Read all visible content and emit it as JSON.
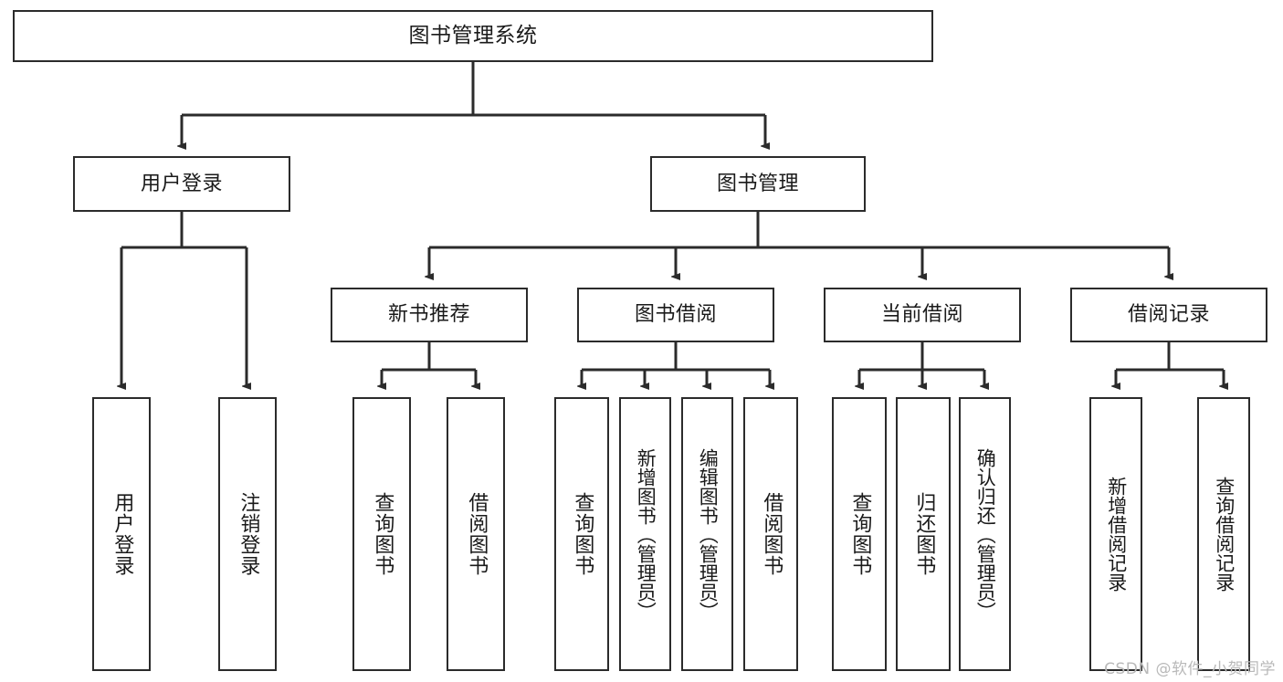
{
  "diagram": {
    "title": "图书管理系统",
    "watermark": "CSDN @软件_小贺同学",
    "stroke_color": "#2b2b2b",
    "background_color": "#ffffff",
    "text_color": "#1a1a1a"
  },
  "nodes": {
    "root": {
      "label": "图书管理系统"
    },
    "level2": [
      {
        "label": "用户登录"
      },
      {
        "label": "图书管理"
      }
    ],
    "level3": [
      {
        "label": "新书推荐"
      },
      {
        "label": "图书借阅"
      },
      {
        "label": "当前借阅"
      },
      {
        "label": "借阅记录"
      }
    ],
    "leaves": {
      "user_login": [
        {
          "label": "用户登录"
        },
        {
          "label": "注销登录"
        }
      ],
      "new_book": [
        {
          "label": "查询图书"
        },
        {
          "label": "借阅图书"
        }
      ],
      "book_borrow": [
        {
          "label": "查询图书"
        },
        {
          "label": "新增图书（管理员）"
        },
        {
          "label": "编辑图书（管理员）"
        },
        {
          "label": "借阅图书"
        }
      ],
      "current_borrow": [
        {
          "label": "查询图书"
        },
        {
          "label": "归还图书"
        },
        {
          "label": "确认归还（管理员）"
        }
      ],
      "borrow_record": [
        {
          "label": "新增借阅记录"
        },
        {
          "label": "查询借阅记录"
        }
      ]
    }
  }
}
